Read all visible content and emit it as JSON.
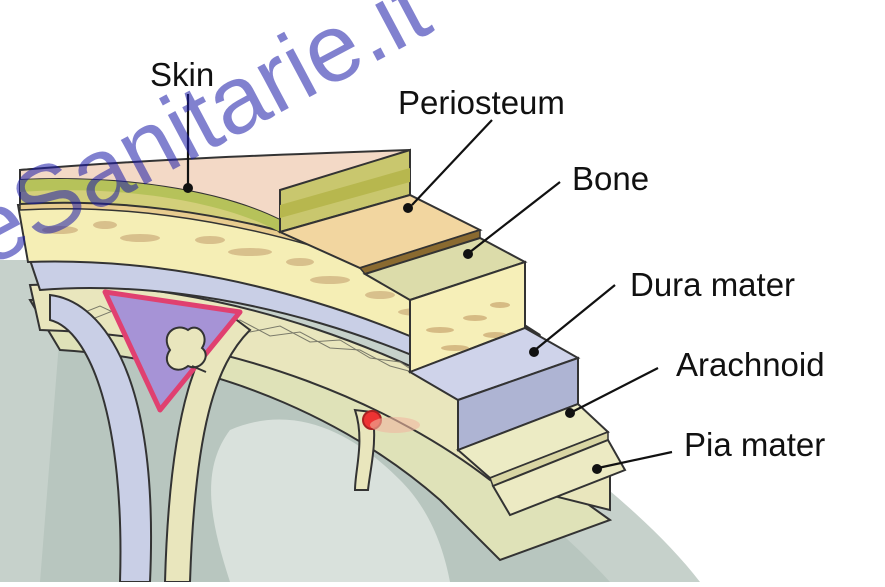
{
  "diagram": {
    "labels": {
      "skin": "Skin",
      "periosteum": "Periosteum",
      "bone": "Bone",
      "dura_mater": "Dura mater",
      "arachnoid": "Arachnoid",
      "pia_mater": "Pia mater"
    },
    "watermark": "eSanitarie.it"
  }
}
